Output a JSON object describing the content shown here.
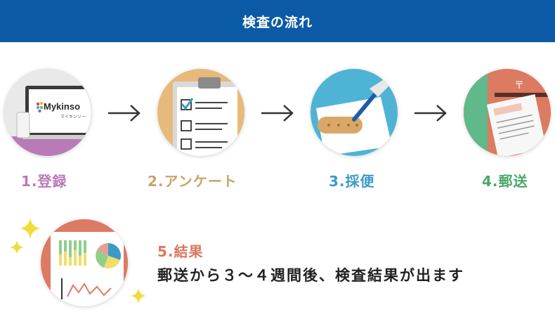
{
  "header": {
    "title": "検査の流れ"
  },
  "steps": [
    {
      "label": "1.登録",
      "color": "#b97ab6",
      "icon": "laptop-mykinso-icon",
      "logo": "Mykinso",
      "logo_sub": "マイキンソー"
    },
    {
      "label": "2.アンケート",
      "color": "#c9a46a",
      "icon": "clipboard-checklist-icon"
    },
    {
      "label": "3.採便",
      "color": "#3a9bc9",
      "icon": "stool-sampling-icon"
    },
    {
      "label": "4.郵送",
      "color": "#4aa86a",
      "icon": "mail-envelope-icon",
      "postal_mark": "〒"
    }
  ],
  "result": {
    "title": "5.結果",
    "description": "郵送から３～４週間後、検査結果が出ます",
    "icon": "result-report-chart-icon"
  },
  "colors": {
    "header_bg": "#0b5aa6",
    "result": "#d9775f",
    "sparkle": "#f2dc3a"
  }
}
